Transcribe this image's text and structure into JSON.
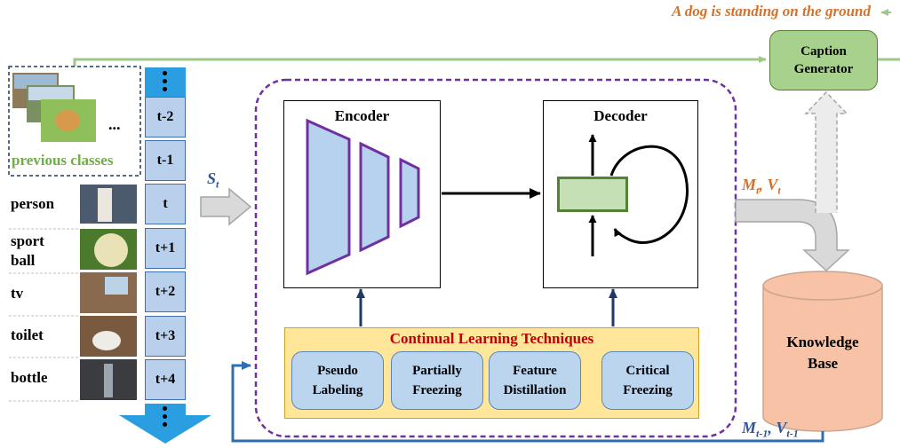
{
  "caption_output": "A dog is standing on the ground",
  "caption_generator": {
    "line1": "Caption",
    "line2": "Generator"
  },
  "previous_classes": {
    "ellipsis": "...",
    "label": "previous classes"
  },
  "classes": [
    {
      "label": "person"
    },
    {
      "label": "sport"
    },
    {
      "label": "ball"
    },
    {
      "label": "tv"
    },
    {
      "label": "toilet"
    },
    {
      "label": "bottle"
    }
  ],
  "timeline": [
    "t-2",
    "t-1",
    "t",
    "t+1",
    "t+2",
    "t+3",
    "t+4"
  ],
  "stream_label": {
    "main": "S",
    "sub": "t"
  },
  "encoder": {
    "title": "Encoder"
  },
  "decoder": {
    "title": "Decoder"
  },
  "cl_techniques": {
    "title": "Continual Learning Techniques",
    "items": [
      {
        "line1": "Pseudo",
        "line2": "Labeling"
      },
      {
        "line1": "Partially",
        "line2": "Freezing"
      },
      {
        "line1": "Feature",
        "line2": "Distillation"
      },
      {
        "line1": "Critical",
        "line2": "Freezing"
      }
    ]
  },
  "knowledge_base": {
    "line1": "Knowledge",
    "line2": "Base"
  },
  "mv_current": {
    "m": "M",
    "m_sub": "t",
    "sep": ", ",
    "v": "V",
    "v_sub": "t"
  },
  "mv_previous": {
    "m": "M",
    "m_sub": "t-1",
    "sep": ", ",
    "v": "V",
    "v_sub": "t-1"
  },
  "colors": {
    "orange_text": "#d4722b",
    "green_fill": "#a9d18e",
    "green_line": "#9dc88a",
    "purple": "#7030a0",
    "blue_line": "#2e6fb0",
    "timeline_fill": "#b8d0ec",
    "db_fill": "#f8c2a6",
    "cl_fill": "#ffe699",
    "red_title": "#c00000",
    "dark_blue_arrow": "#1f3864",
    "mv_blue": "#2f5597"
  }
}
